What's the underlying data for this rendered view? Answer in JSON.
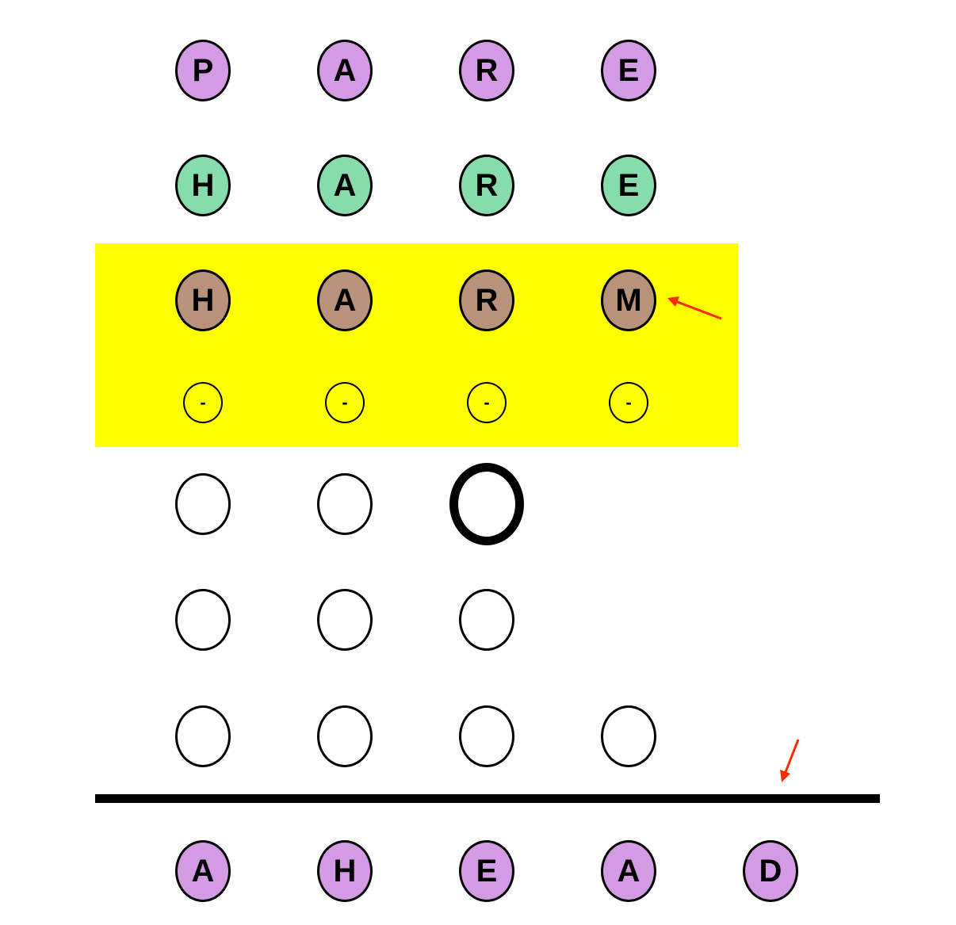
{
  "colors": {
    "background": "#ffffff",
    "highlight": "#ffff00",
    "divider": "#000000",
    "arrow": "#ff2a00",
    "slot_border": "#000000"
  },
  "guess_rows": [
    {
      "id": "guess-1",
      "color": "#d39be3",
      "letters": [
        "P",
        "A",
        "R",
        "E"
      ]
    },
    {
      "id": "guess-2",
      "color": "#86dcab",
      "letters": [
        "H",
        "A",
        "R",
        "E"
      ]
    },
    {
      "id": "guess-3",
      "color": "#b8927a",
      "letters": [
        "H",
        "A",
        "R",
        "M"
      ],
      "highlighted": true
    }
  ],
  "feedback_row": {
    "color": "#ffff00",
    "marks": [
      "-",
      "-",
      "-",
      "-"
    ],
    "highlighted": true
  },
  "empty_rows": [
    {
      "id": "empty-1",
      "slots": 3,
      "active_index": 2
    },
    {
      "id": "empty-2",
      "slots": 3,
      "active_index": -1
    },
    {
      "id": "empty-3",
      "slots": 4,
      "active_index": -1
    }
  ],
  "answer_row": {
    "color": "#d39be3",
    "letters": [
      "A",
      "H",
      "E",
      "A",
      "D"
    ]
  },
  "annotations": [
    {
      "name": "arrow-pointing-to-m",
      "target": "M"
    },
    {
      "name": "arrow-pointing-to-divider",
      "target": "divider"
    }
  ]
}
